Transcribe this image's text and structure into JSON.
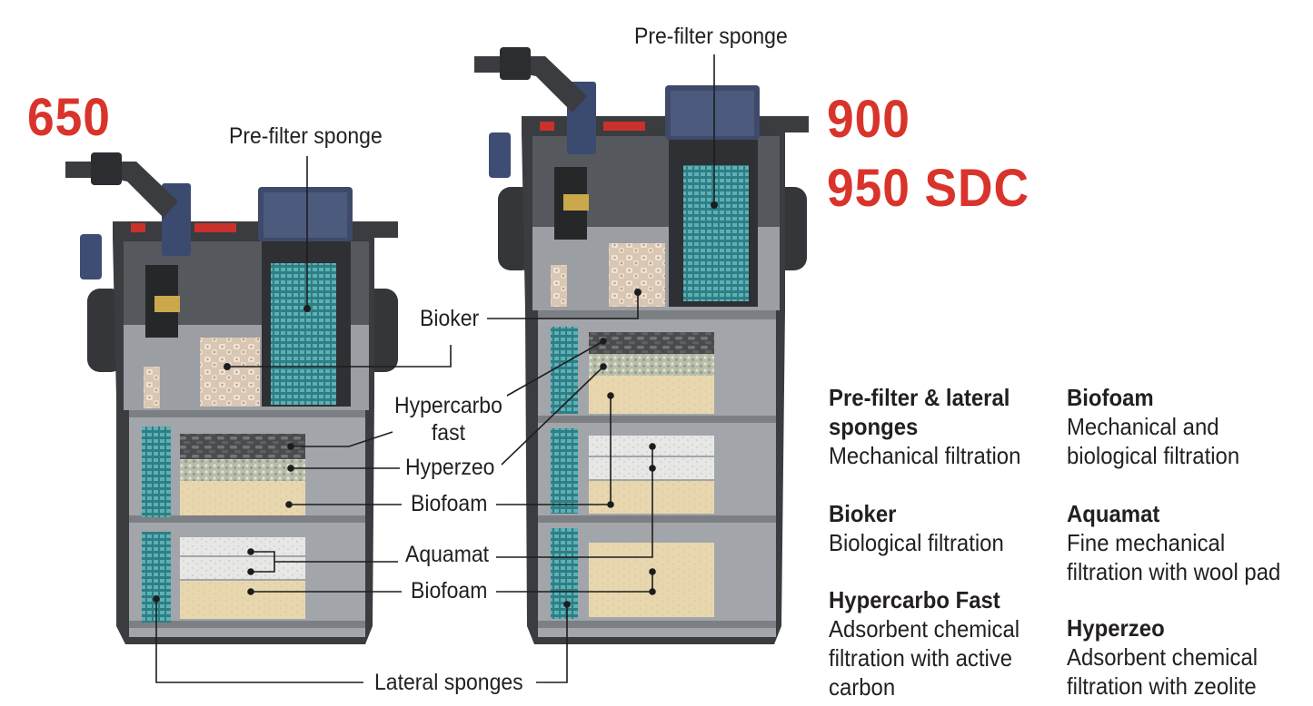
{
  "models": {
    "left": "650",
    "right_line1": "900",
    "right_line2": "950 SDC"
  },
  "callouts": {
    "prefilter_left": "Pre-filter sponge",
    "prefilter_right": "Pre-filter sponge",
    "bioker": "Bioker",
    "hypercarbo_line1": "Hypercarbo",
    "hypercarbo_line2": "fast",
    "hyperzeo": "Hyperzeo",
    "biofoam_upper": "Biofoam",
    "aquamat": "Aquamat",
    "biofoam_lower": "Biofoam",
    "lateral": "Lateral sponges"
  },
  "legend": {
    "col1": [
      {
        "title": "Pre-filter & lateral sponges",
        "desc": "Mechanical filtration"
      },
      {
        "title": "Bioker",
        "desc": "Biological filtration"
      },
      {
        "title": "Hypercarbo Fast",
        "desc": "Adsorbent chemical filtration with active carbon"
      }
    ],
    "col2": [
      {
        "title": "Biofoam",
        "desc": "Mechanical and biological filtration"
      },
      {
        "title": "Aquamat",
        "desc": "Fine mechanical filtration with wool pad"
      },
      {
        "title": "Hyperzeo",
        "desc": "Adsorbent chemical filtration with zeolite"
      }
    ]
  },
  "colors": {
    "accent": "#d9342b",
    "shell": "#3c3e42",
    "interior": "#9ea1a6",
    "sponge": "#2a7f86",
    "biofoam": "#e9d9b0",
    "aquamat": "#e4e4e4",
    "pump_blue": "#3d4d73"
  }
}
